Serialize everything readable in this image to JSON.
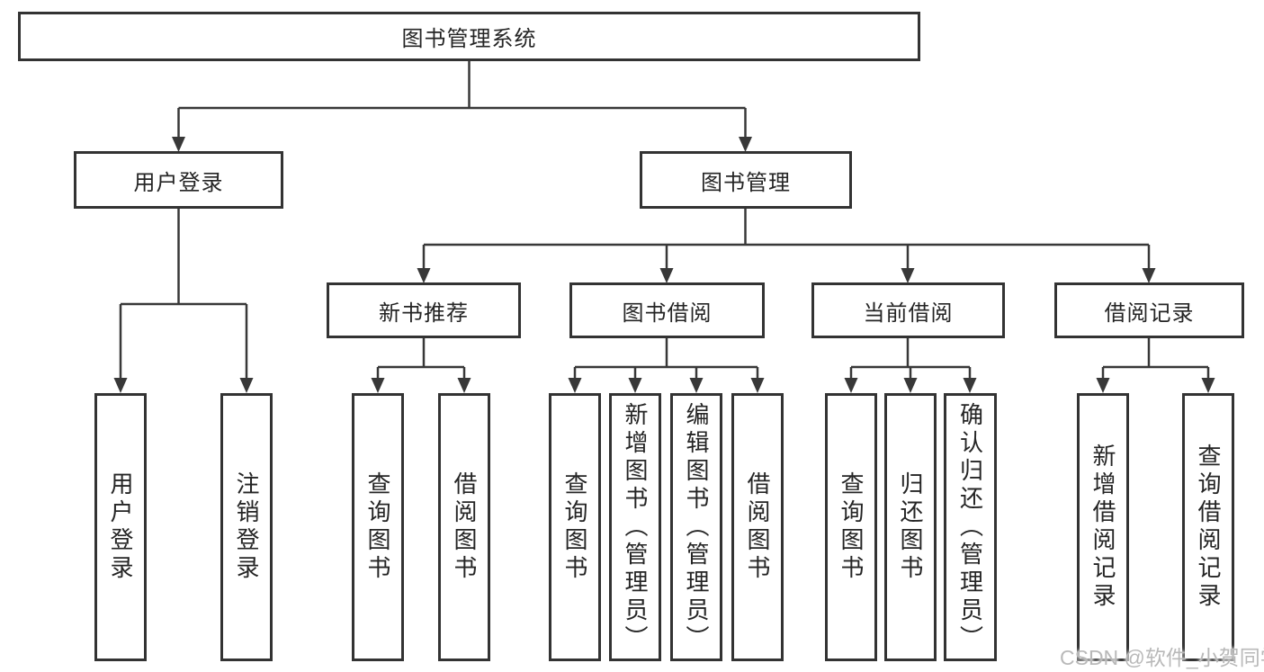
{
  "colors": {
    "line": "#383838",
    "box_border": "#333333",
    "text": "#252525",
    "background": "#ffffff",
    "watermark": "#b9b9b9"
  },
  "diagram": {
    "root": {
      "label": "图书管理系统"
    },
    "user_login": {
      "label": "用户登录",
      "children": [
        {
          "label": "用户登录"
        },
        {
          "label": "注销登录"
        }
      ]
    },
    "book_management": {
      "label": "图书管理",
      "sections": [
        {
          "label": "新书推荐",
          "children": [
            {
              "label": "查询图书"
            },
            {
              "label": "借阅图书"
            }
          ]
        },
        {
          "label": "图书借阅",
          "children": [
            {
              "label": "查询图书"
            },
            {
              "label": "新增图书（管理员）"
            },
            {
              "label": "编辑图书（管理员）"
            },
            {
              "label": "借阅图书"
            }
          ]
        },
        {
          "label": "当前借阅",
          "children": [
            {
              "label": "查询图书"
            },
            {
              "label": "归还图书"
            },
            {
              "label": "确认归还（管理员）"
            }
          ]
        },
        {
          "label": "借阅记录",
          "children": [
            {
              "label": "新增借阅记录"
            },
            {
              "label": "查询借阅记录"
            }
          ]
        }
      ]
    }
  },
  "watermark": {
    "text": "CSDN @软件_小贺同学"
  }
}
